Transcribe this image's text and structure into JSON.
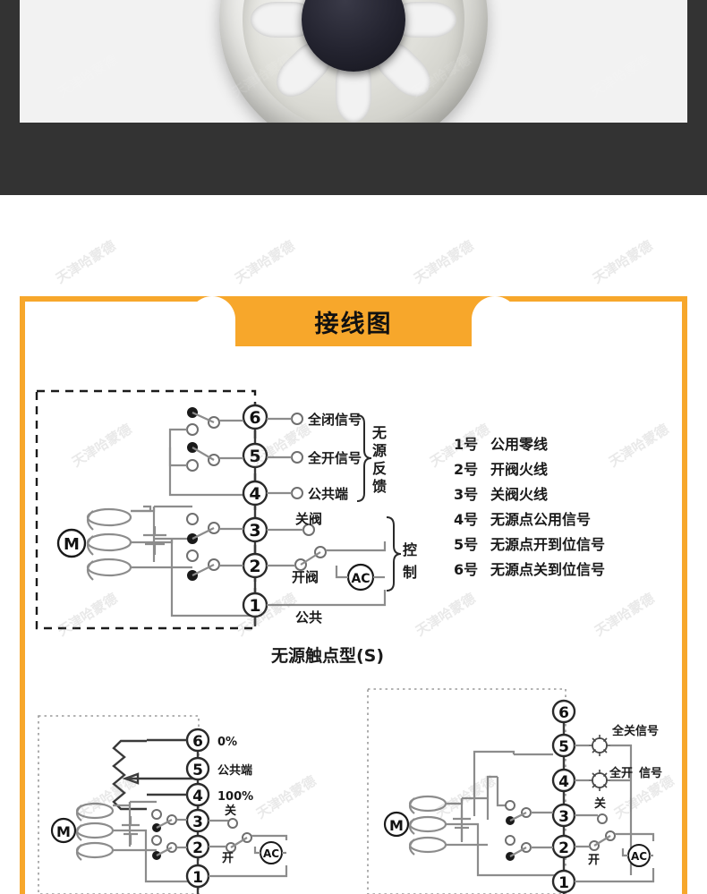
{
  "watermark": {
    "text": "天津哈蒙德"
  },
  "photo_section": {
    "name": "product-photo",
    "background_color": "#333333",
    "panel_color": "#f2f2f2",
    "subject": "valve-actuator-hub"
  },
  "section": {
    "title": "接线图",
    "accent_color": "#f7a72b",
    "border_color": "#f7a72b"
  },
  "main_diagram": {
    "caption": "无源触点型(S)",
    "motor_label": "M",
    "ac_label": "AC",
    "terminals": [
      "6",
      "5",
      "4",
      "3",
      "2",
      "1"
    ],
    "terminal_labels": {
      "t6": "全闭信号",
      "t5": "全开信号",
      "t4": "公共端",
      "t3": "关阀",
      "t2": "开阀",
      "t1": "公共"
    },
    "group_labels": {
      "feedback": "无源反馈",
      "feedback_chars": [
        "无",
        "源",
        "反",
        "馈"
      ],
      "control": "控制",
      "control_chars": [
        "控",
        "制"
      ]
    }
  },
  "legend": {
    "items": [
      {
        "no": "1号",
        "desc": "公用零线"
      },
      {
        "no": "2号",
        "desc": "开阀火线"
      },
      {
        "no": "3号",
        "desc": "关阀火线"
      },
      {
        "no": "4号",
        "desc": "无源点公用信号"
      },
      {
        "no": "5号",
        "desc": "无源点开到位信号"
      },
      {
        "no": "6号",
        "desc": "无源点关到位信号"
      }
    ]
  },
  "bottom_left_diagram": {
    "motor_label": "M",
    "ac_label": "AC",
    "terminals": [
      "6",
      "5",
      "4",
      "3",
      "2",
      "1"
    ],
    "terminal_labels": {
      "t6": "0%",
      "t5": "公共端",
      "t4": "100%",
      "t3": "关",
      "t2": "开"
    }
  },
  "bottom_right_diagram": {
    "motor_label": "M",
    "ac_label": "AC",
    "terminals": [
      "6",
      "5",
      "4",
      "3",
      "2",
      "1"
    ],
    "terminal_labels": {
      "t5": "全关信号",
      "t4a": "全开",
      "t4b": "信号",
      "t3": "关",
      "t2": "开"
    }
  }
}
